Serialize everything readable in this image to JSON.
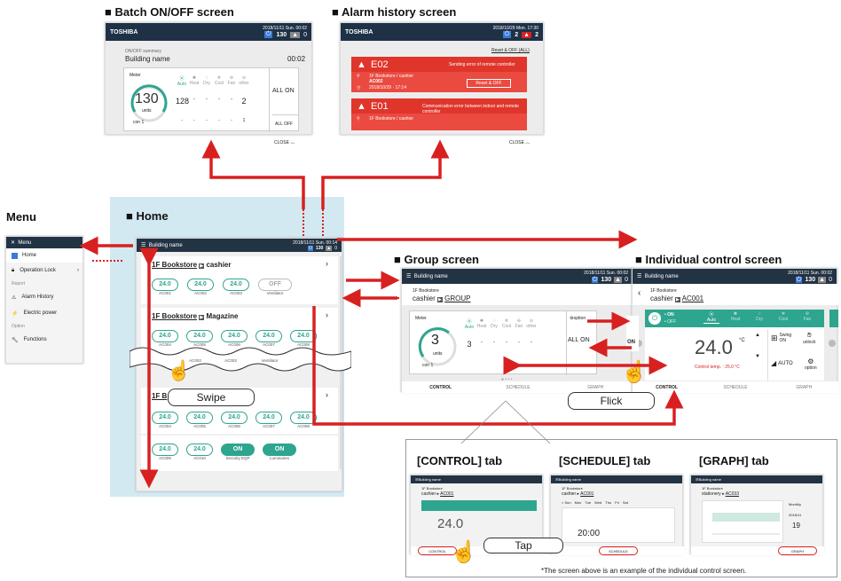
{
  "titles": {
    "batch": "■ Batch ON/OFF screen",
    "alarm": "■ Alarm history screen",
    "menu": "Menu",
    "home": "■ Home",
    "group": "■ Group screen",
    "individual": "■ Individual control screen",
    "control_tab": "[CONTROL] tab",
    "schedule_tab": "[SCHEDULE] tab",
    "graph_tab": "[GRAPH] tab"
  },
  "brand": "TOSHIBA",
  "batch": {
    "datetime": "2018/11/11 Sun. 00:02",
    "count_on": "130",
    "count_alarm": "0",
    "summary": "ON/OFF summary",
    "building": "Building name",
    "time": "00:02",
    "meter": "Meter",
    "modes": [
      "Auto",
      "Heat",
      "Dry",
      "Cool",
      "Fan",
      "other"
    ],
    "big": "130",
    "units": "units",
    "con": "con 1",
    "row1": [
      "128",
      "-",
      "-",
      "-",
      "-",
      "2"
    ],
    "row2": [
      "-",
      "-",
      "-",
      "-",
      "-",
      "1"
    ],
    "all_on": "ALL ON",
    "all_off": "ALL OFF",
    "close": "CLOSE"
  },
  "alarm": {
    "datetime": "2018/10/29 Mon. 17:30",
    "count_on": "2",
    "count_alarm": "2",
    "reset_all": "Reset & OFF (ALL)",
    "e1_code": "E02",
    "e1_desc": "Sending error of remote controller",
    "e1_loc": "1F Bookstore / cashier",
    "e1_unit": "AC002",
    "e1_time": "2018/10/29 · 17:14",
    "reset": "Reset & OFF",
    "e2_code": "E01",
    "e2_desc": "Communication error between indoor and remote controller",
    "e2_loc": "1F Bookstore / cashier",
    "close": "CLOSE"
  },
  "menu": {
    "title": "Menu",
    "home": "Home",
    "lock": "Operation Lock",
    "report": "Report",
    "alarm_history": "Alarm History",
    "power": "Electric power",
    "option": "Option",
    "functions": "Functions"
  },
  "home": {
    "app_title": "Building name",
    "datetime": "2018/11/11 Sun. 00:14",
    "count_on": "130",
    "count_alarm": "0",
    "g1_floor": "1F Bookstore",
    "g1_zone": "cashier",
    "g1_units": [
      "AC001",
      "AC002",
      "AC003"
    ],
    "g1_vent": "Ventilator",
    "g2_floor": "1F Bookstore",
    "g2_zone": "Magazine",
    "g2_units": [
      "AC004",
      "AC005",
      "AC006",
      "AC007",
      "AC008"
    ],
    "mid_units": [
      "AC002",
      "AC003"
    ],
    "mid_vent": "Ventilator",
    "g3_floor": "1F B",
    "g3_units": [
      "AC004",
      "AC005",
      "AC006",
      "AC007",
      "AC008"
    ],
    "g4_units": [
      "AC009",
      "AC010"
    ],
    "g4_sec": "Security EQP",
    "g4_lum": "Luminaires",
    "temp": "24.0",
    "off": "OFF",
    "on": "ON"
  },
  "swipe": "Swipe",
  "group": {
    "app_title": "Building name",
    "datetime": "2018/11/11 Sun. 00:02",
    "count_on": "130",
    "count_alarm": "0",
    "floor": "1F Bookstore",
    "zone": "cashier",
    "link": "GROUP",
    "meter": "Meter",
    "option": "option",
    "modes": [
      "Auto",
      "Heat",
      "Dry",
      "Cool",
      "Fan",
      "other"
    ],
    "big": "3",
    "units": "units",
    "con": "con 1",
    "row": [
      "3",
      "-",
      "-",
      "-",
      "-",
      "-"
    ],
    "all_on": "ALL ON",
    "tabs": [
      "CONTROL",
      "SCHEDULE",
      "GRAPH"
    ]
  },
  "individual": {
    "app_title": "Building name",
    "datetime": "2018/11/11 Sun. 00:02",
    "count_on": "130",
    "count_alarm": "0",
    "floor": "1F Bookstore",
    "zone": "cashier",
    "unit": "AC001",
    "on": "• ON",
    "off": "• OFF",
    "modes": [
      "Auto",
      "Heat",
      "Dry",
      "Cool",
      "Fan"
    ],
    "temp": "24.0",
    "deg": "°C",
    "control_temp": "Control temp. : 25.0 °C",
    "swing": "Swing",
    "swing_on": "ON",
    "unlock": "unlock",
    "auto": "AUTO",
    "option": "option",
    "on_partial": "ON",
    "tabs": [
      "CONTROL",
      "SCHEDULE",
      "GRAPH"
    ]
  },
  "flick": "Flick",
  "tap": "Tap",
  "mini": {
    "c_title": "Building name",
    "c_floor": "1F Bookstore",
    "c_zone": "cashier",
    "c_unit": "AC001",
    "c_temp": "24.0",
    "c_tab": "CONTROL",
    "s_title": "Building name",
    "s_floor": "1F Bookstore",
    "s_zone": "cashier",
    "s_unit": "AC001",
    "s_days": [
      "< Sun",
      "Mon",
      "Tue",
      "Wed",
      "Thu",
      "Fri",
      "Sat"
    ],
    "s_time": "20:00",
    "s_tab": "SCHEDULE",
    "g_title": "Building name",
    "g_floor": "1F Bookstore",
    "g_zone": "stationery",
    "g_unit": "AC033",
    "g_month": "Monthly",
    "g_year": "2018/11",
    "g_val": "19",
    "g_tab": "GRAPH"
  },
  "footnote": "*The screen above is an example of the individual control screen.",
  "colors": {
    "accent": "#d82020",
    "teal": "#2ea58f",
    "navy": "#223344",
    "bluebg": "#d3e9f2"
  }
}
